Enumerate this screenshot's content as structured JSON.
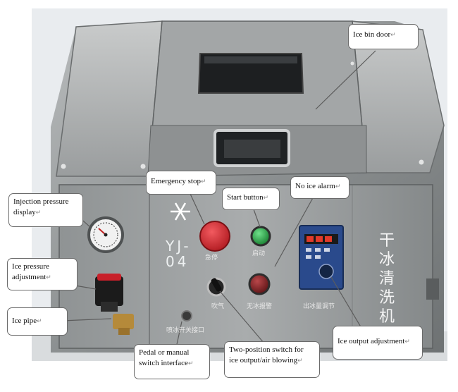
{
  "machine": {
    "chinese_title": "干冰清洗机",
    "model_text": "YJ-04",
    "button_labels": {
      "emergency": "急停",
      "start": "启动",
      "blow": "吹气",
      "no_ice_alarm": "无冰报警",
      "ice_output": "出冰量调节",
      "pedal_port": "喷冰开关接口"
    },
    "colors": {
      "emergency_button": "#d0232a",
      "start_button": "#1f9a3a",
      "alarm_button": "#8a1f22",
      "controller_panel": "#2a4a8c",
      "regulator_cap": "#c8202a"
    }
  },
  "callouts": {
    "ice_bin_door": "Ice bin door",
    "emergency_stop": "Emergency stop",
    "start_button": "Start button",
    "no_ice_alarm": "No ice alarm",
    "injection_pressure_display_line1": "Injection pressure",
    "injection_pressure_display_line2": "display",
    "ice_pressure_adjustment_line1": "Ice pressure",
    "ice_pressure_adjustment_line2": "adjustment",
    "ice_pipe": "Ice pipe",
    "pedal_switch_line1": "Pedal or manual",
    "pedal_switch_line2": "switch interface",
    "two_position_line1": "Two-position switch for",
    "two_position_line2": "ice output/air blowing",
    "ice_output_adjustment": "Ice output adjustment",
    "return_mark": "↵"
  }
}
